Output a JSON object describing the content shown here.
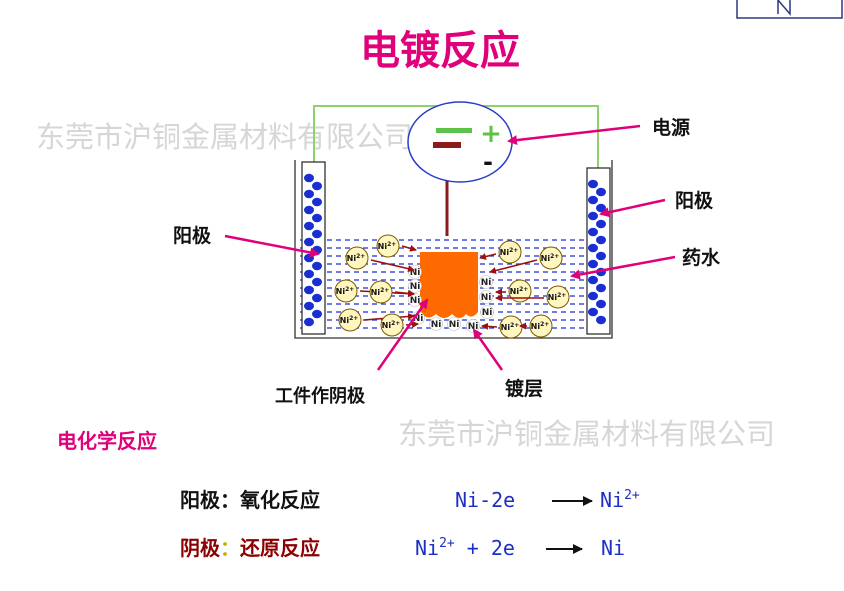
{
  "title": "电镀反应",
  "watermark": "东莞市沪铜金属材料有限公司",
  "labels": {
    "power": "电源",
    "anode_right": "阳极",
    "anode_left": "阳极",
    "solution": "药水",
    "cathode_workpiece": "工件作阴极",
    "plating_layer": "镀层"
  },
  "power_symbols": {
    "plus": "+",
    "minus": "-"
  },
  "ion": {
    "symbol": "Ni",
    "charge": "2+"
  },
  "deposit_atom": "Ni",
  "section_heading": "电化学反应",
  "equations": [
    {
      "electrode": "阳极",
      "separator": "：",
      "reaction": "氧化反应",
      "lhs": "Ni-2e",
      "lhs_sup": "",
      "lhs_tail": "",
      "rhs": "Ni",
      "rhs_sup": "2+"
    },
    {
      "electrode": "阴极",
      "separator": "：",
      "reaction": "还原反应",
      "lhs": "Ni",
      "lhs_sup": "2+",
      "lhs_tail": " + 2e",
      "rhs": "Ni",
      "rhs_sup": ""
    }
  ],
  "colors": {
    "title": "#e0007a",
    "pointer": "#e0007a",
    "wire": "#8fd16f",
    "power_circle": "#2a3cc8",
    "plus": "#5cc24a",
    "cathode_lead": "#8b1a1a",
    "anode_ball": "#1a2fd0",
    "solution_line": "#1a2fd0",
    "workpiece": "#ff6a00",
    "ion_circle": "#fff6c0",
    "ion_arrow": "#9b1111",
    "equation_blue": "#1d2fc4",
    "cathode_reaction": "#8b0000"
  }
}
